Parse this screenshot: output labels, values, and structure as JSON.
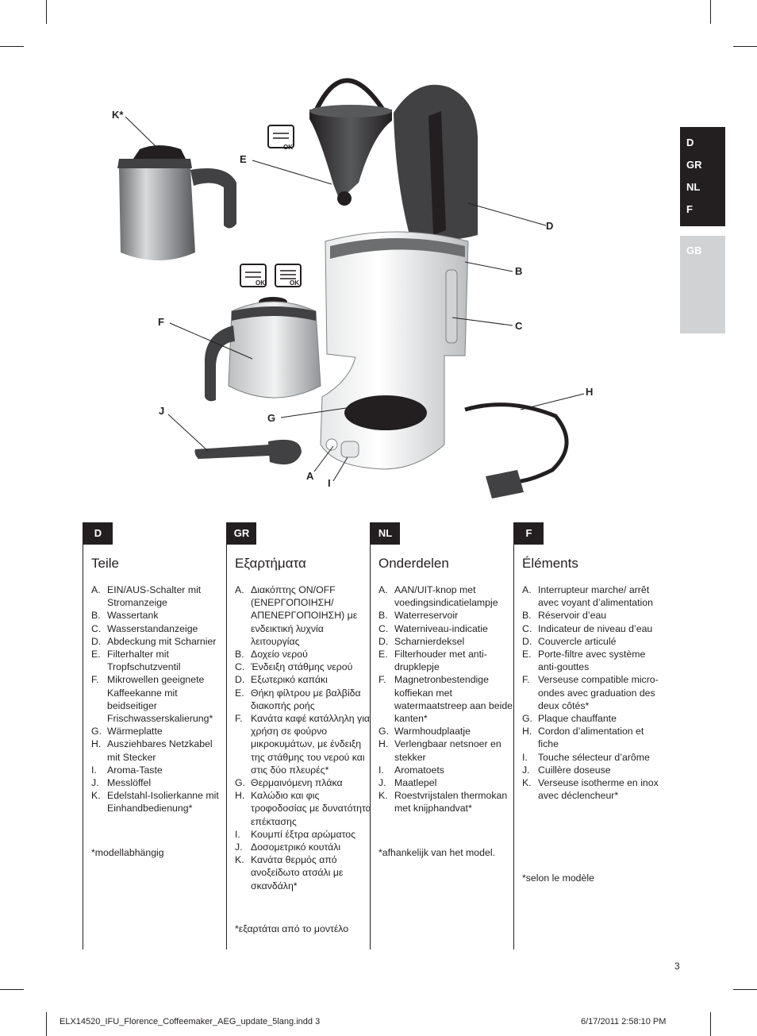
{
  "callouts": {
    "k": "K*",
    "e": "E",
    "d": "D",
    "b": "B",
    "f": "F",
    "c": "C",
    "h": "H",
    "j": "J",
    "g": "G",
    "a": "A",
    "i": "I"
  },
  "icon_labels": {
    "ok1": "OK",
    "ok2": "OK",
    "ok3": "OK"
  },
  "language_tabs": {
    "d": "D",
    "gr": "GR",
    "nl": "NL",
    "f": "F",
    "gb": "GB"
  },
  "sections": {
    "de": {
      "tab": "D",
      "title": "Teile",
      "items": [
        {
          "letter": "A.",
          "text": "EIN/AUS-Schalter mit Stromanzeige"
        },
        {
          "letter": "B.",
          "text": "Wassertank"
        },
        {
          "letter": "C.",
          "text": "Wasserstandanzeige"
        },
        {
          "letter": "D.",
          "text": "Abdeckung mit Scharnier"
        },
        {
          "letter": "E.",
          "text": "Filterhalter mit Tropfschutzventil"
        },
        {
          "letter": "F.",
          "text": "Mikrowellen geeignete Kaffeekanne mit beidseitiger Frischwasserskalierung*"
        },
        {
          "letter": "G.",
          "text": "Wärmeplatte"
        },
        {
          "letter": "H.",
          "text": "Ausziehbares Netzkabel mit Stecker"
        },
        {
          "letter": "I.",
          "text": "Aroma-Taste"
        },
        {
          "letter": "J.",
          "text": "Messlöffel"
        },
        {
          "letter": "K.",
          "text": "Edelstahl-Isolierkanne mit Einhandbedienung*"
        }
      ],
      "note": "*modellabhängig"
    },
    "gr": {
      "tab": "GR",
      "title": "Εξαρτήματα",
      "items": [
        {
          "letter": "A.",
          "text": "Διακόπτης ON/OFF (ΕΝΕΡΓΟΠΟΙΗΣΗ/ ΑΠΕΝΕΡΓΟΠΟΙΗΣΗ) με ενδεικτική λυχνία λειτουργίας"
        },
        {
          "letter": "B.",
          "text": "Δοχείο νερού"
        },
        {
          "letter": "C.",
          "text": "Ένδειξη στάθμης νερού"
        },
        {
          "letter": "D.",
          "text": "Εξωτερικό καπάκι"
        },
        {
          "letter": "E.",
          "text": "Θήκη φίλτρου με βαλβίδα διακοπής ροής"
        },
        {
          "letter": "F.",
          "text": "Κανάτα καφέ κατάλληλη για χρήση σε φούρνο μικροκυμάτων, με ένδειξη της στάθμης του νερού και στις δύο πλευρές*"
        },
        {
          "letter": "G.",
          "text": "Θερμαινόμενη πλάκα"
        },
        {
          "letter": "H.",
          "text": "Καλώδιο και φις τροφοδοσίας με δυνατότητα επέκτασης"
        },
        {
          "letter": "I.",
          "text": "Κουμπί έξτρα αρώματος"
        },
        {
          "letter": "J.",
          "text": "Δοσομετρικό κουτάλι"
        },
        {
          "letter": "K.",
          "text": "Κανάτα θερμός από ανοξείδωτο ατσάλι με σκανδάλη*"
        }
      ],
      "note": "*εξαρτάται από το μοντέλο"
    },
    "nl": {
      "tab": "NL",
      "title": "Onderdelen",
      "items": [
        {
          "letter": "A.",
          "text": "AAN/UIT-knop met voedingsindicatielampje"
        },
        {
          "letter": "B.",
          "text": "Waterreservoir"
        },
        {
          "letter": "C.",
          "text": "Waterniveau-indicatie"
        },
        {
          "letter": "D.",
          "text": "Scharnierdeksel"
        },
        {
          "letter": "E.",
          "text": "Filterhouder met anti-drupklepje"
        },
        {
          "letter": "F.",
          "text": "Magnetronbestendige koffiekan met watermaatstreep aan beide kanten*"
        },
        {
          "letter": "G.",
          "text": "Warmhoudplaatje"
        },
        {
          "letter": "H.",
          "text": "Verlengbaar netsnoer en stekker"
        },
        {
          "letter": "I.",
          "text": "Aromatoets"
        },
        {
          "letter": "J.",
          "text": "Maatlepel"
        },
        {
          "letter": "K.",
          "text": "Roestvrijstalen thermokan met knijphandvat*"
        }
      ],
      "note": "*afhankelijk van het model."
    },
    "fr": {
      "tab": "F",
      "title": "Éléments",
      "items": [
        {
          "letter": "A.",
          "text": "Interrupteur marche/ arrêt avec voyant d’alimentation"
        },
        {
          "letter": "B.",
          "text": "Réservoir d’eau"
        },
        {
          "letter": "C.",
          "text": "Indicateur de niveau d’eau"
        },
        {
          "letter": "D.",
          "text": "Couvercle articulé"
        },
        {
          "letter": "E.",
          "text": "Porte-filtre avec système anti-gouttes"
        },
        {
          "letter": "F.",
          "text": "Verseuse compatible micro-ondes avec graduation des deux côtés*"
        },
        {
          "letter": "G.",
          "text": "Plaque chauffante"
        },
        {
          "letter": "H.",
          "text": "Cordon d’alimentation et fiche"
        },
        {
          "letter": "I.",
          "text": "Touche sélecteur d’arôme"
        },
        {
          "letter": "J.",
          "text": "Cuillère doseuse"
        },
        {
          "letter": "K.",
          "text": "Verseuse isotherme en inox avec déclencheur*"
        }
      ],
      "note": "*selon le modèle"
    }
  },
  "page_number": "3",
  "footer": {
    "file": "ELX14520_IFU_Florence_Coffeemaker_AEG_update_5lang.indd   3",
    "date": "6/17/2011   2:58:10 PM"
  }
}
